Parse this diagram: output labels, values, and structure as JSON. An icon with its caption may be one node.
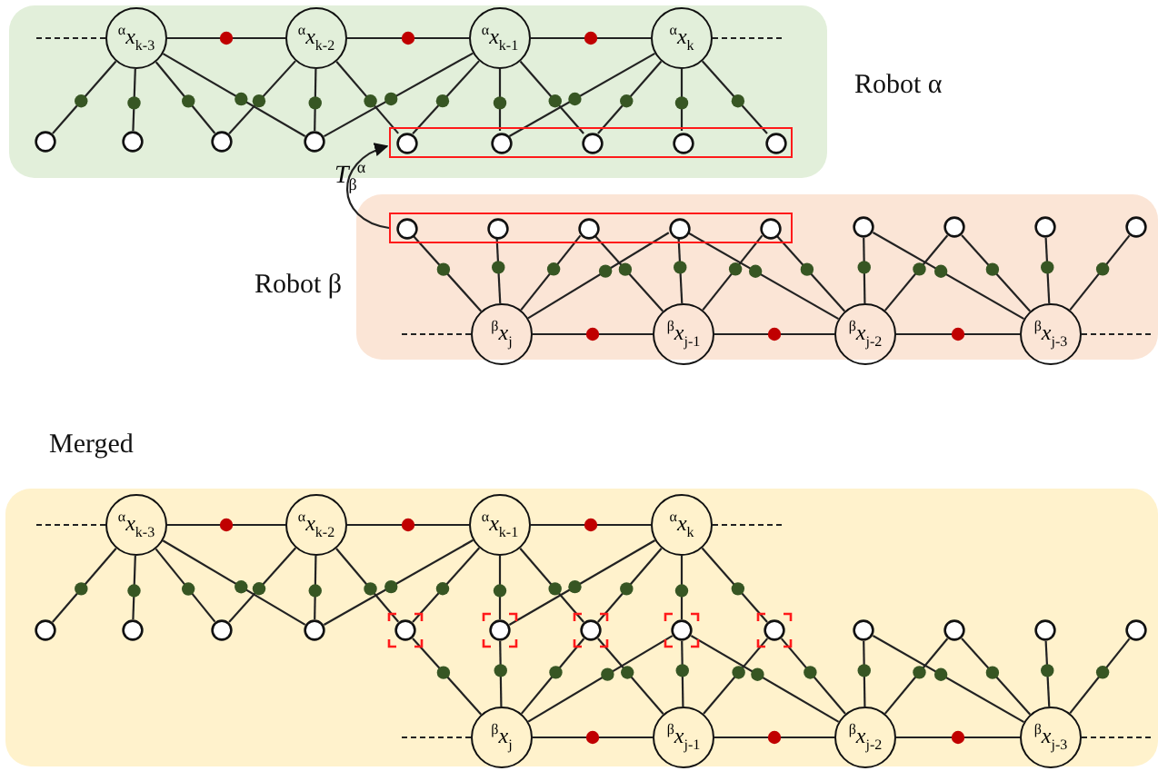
{
  "diagram": {
    "nodes": [
      {
        "text": [
          "Robot α"
        ]
      },
      {
        "text": [
          "$^{α}$*x*$_{k-3}$"
        ],
        "in": 0
      },
      {
        "text": [
          "$^{α}$*x*$_{k-2}$"
        ],
        "in": 0
      },
      {
        "text": [
          "$^{α}$*x*$_{k-1}$"
        ],
        "in": 0
      },
      {
        "text": [
          "$^{α}$*x*$_{k}$"
        ],
        "in": 0
      },
      {
        "text": [],
        "shape": "box",
        "in": 0
      },
      {
        "text": [],
        "shape": "circle",
        "in": 0
      },
      {
        "text": [],
        "shape": "circle",
        "in": 0
      },
      {
        "text": [],
        "shape": "circle",
        "in": 0
      },
      {
        "text": [],
        "shape": "circle",
        "in": 0
      },
      {
        "text": [],
        "shape": "circle",
        "in": 5
      },
      {
        "text": [],
        "shape": "circle",
        "in": 5
      },
      {
        "text": [],
        "shape": "circle",
        "in": 5
      },
      {
        "text": [],
        "shape": "circle",
        "in": 5
      },
      {
        "text": [],
        "shape": "circle",
        "in": 5
      },
      {
        "text": [
          "Robot β"
        ]
      },
      {
        "text": [],
        "shape": "box",
        "in": 15
      },
      {
        "text": [],
        "shape": "circle",
        "in": 16
      },
      {
        "text": [],
        "shape": "circle",
        "in": 16
      },
      {
        "text": [],
        "shape": "circle",
        "in": 16
      },
      {
        "text": [],
        "shape": "circle",
        "in": 16
      },
      {
        "text": [],
        "shape": "circle",
        "in": 16
      },
      {
        "text": [],
        "shape": "circle",
        "in": 15
      },
      {
        "text": [],
        "shape": "circle",
        "in": 15
      },
      {
        "text": [],
        "shape": "circle",
        "in": 15
      },
      {
        "text": [],
        "shape": "circle",
        "in": 15
      },
      {
        "text": [
          "$^{β}$*x*$_{j}$"
        ],
        "in": 15
      },
      {
        "text": [
          "$^{β}$*x*$_{j-1}$"
        ],
        "in": 15
      },
      {
        "text": [
          "$^{β}$*x*$_{j-2}$"
        ],
        "in": 15
      },
      {
        "text": [
          "$^{β}$*x*$_{j-3}$"
        ],
        "in": 15
      },
      {
        "text": [
          "Merged"
        ]
      },
      {
        "text": [
          "$^{α}$*x*$_{k-3}$"
        ],
        "in": 30
      },
      {
        "text": [
          "$^{α}$*x*$_{k-2}$"
        ],
        "in": 30
      },
      {
        "text": [
          "$^{α}$*x*$_{k-1}$"
        ],
        "in": 30
      },
      {
        "text": [
          "$^{α}$*x*$_{k}$"
        ],
        "in": 30
      },
      {
        "text": [],
        "shape": "circle",
        "in": 30
      },
      {
        "text": [],
        "shape": "circle",
        "in": 30
      },
      {
        "text": [],
        "shape": "circle",
        "in": 30
      },
      {
        "text": [],
        "shape": "circle",
        "in": 30
      },
      {
        "text": [],
        "shape": "circle",
        "in": 30
      },
      {
        "text": [],
        "shape": "circle",
        "in": 30
      },
      {
        "text": [],
        "shape": "circle",
        "in": 30
      },
      {
        "text": [],
        "shape": "circle",
        "in": 30
      },
      {
        "text": [],
        "shape": "circle",
        "in": 30
      },
      {
        "text": [],
        "shape": "circle",
        "in": 30
      },
      {
        "text": [],
        "shape": "circle",
        "in": 30
      },
      {
        "text": [],
        "shape": "circle",
        "in": 30
      },
      {
        "text": [],
        "shape": "circle",
        "in": 30
      },
      {
        "text": [
          "$^{β}$*x*$_{j}$"
        ],
        "in": 30
      },
      {
        "text": [
          "$^{β}$*x*$_{j-1}$"
        ],
        "in": 30
      },
      {
        "text": [
          "$^{β}$*x*$_{j-2}$"
        ],
        "in": 30
      },
      {
        "text": [
          "$^{β}$*x*$_{j-3}$"
        ],
        "in": 30
      }
    ],
    "edges": [
      {
        "from": null,
        "to": 1,
        "arrow": "none",
        "style": "dashed"
      },
      {
        "from": 1,
        "to": 2,
        "arrow": "none"
      },
      {
        "from": 2,
        "to": 3,
        "arrow": "none"
      },
      {
        "from": 3,
        "to": 4,
        "arrow": "none"
      },
      {
        "from": 4,
        "to": null,
        "arrow": "none",
        "style": "dashed"
      },
      {
        "from": 1,
        "to": 6,
        "arrow": "none"
      },
      {
        "from": 1,
        "to": 7,
        "arrow": "none"
      },
      {
        "from": 1,
        "to": 8,
        "arrow": "none"
      },
      {
        "from": 1,
        "to": 9,
        "arrow": "none"
      },
      {
        "from": 2,
        "to": 8,
        "arrow": "none"
      },
      {
        "from": 2,
        "to": 9,
        "arrow": "none"
      },
      {
        "from": 2,
        "to": 10,
        "arrow": "none"
      },
      {
        "from": 3,
        "to": 9,
        "arrow": "none"
      },
      {
        "from": 3,
        "to": 10,
        "arrow": "none"
      },
      {
        "from": 3,
        "to": 11,
        "arrow": "none"
      },
      {
        "from": 3,
        "to": 12,
        "arrow": "none"
      },
      {
        "from": 4,
        "to": 11,
        "arrow": "none"
      },
      {
        "from": 4,
        "to": 12,
        "arrow": "none"
      },
      {
        "from": 4,
        "to": 13,
        "arrow": "none"
      },
      {
        "from": 4,
        "to": 14,
        "arrow": "none"
      },
      {
        "from": 16,
        "to": 5,
        "arrow": "to",
        "label": "*T*$_{β}$$^{α}$"
      },
      {
        "from": null,
        "to": 26,
        "arrow": "none",
        "style": "dashed"
      },
      {
        "from": 26,
        "to": 27,
        "arrow": "none"
      },
      {
        "from": 27,
        "to": 28,
        "arrow": "none"
      },
      {
        "from": 28,
        "to": 29,
        "arrow": "none"
      },
      {
        "from": 29,
        "to": null,
        "arrow": "none",
        "style": "dashed"
      },
      {
        "from": 26,
        "to": 17,
        "arrow": "none"
      },
      {
        "from": 26,
        "to": 18,
        "arrow": "none"
      },
      {
        "from": 26,
        "to": 19,
        "arrow": "none"
      },
      {
        "from": 26,
        "to": 20,
        "arrow": "none"
      },
      {
        "from": 27,
        "to": 19,
        "arrow": "none"
      },
      {
        "from": 27,
        "to": 20,
        "arrow": "none"
      },
      {
        "from": 27,
        "to": 21,
        "arrow": "none"
      },
      {
        "from": 28,
        "to": 20,
        "arrow": "none"
      },
      {
        "from": 28,
        "to": 21,
        "arrow": "none"
      },
      {
        "from": 28,
        "to": 22,
        "arrow": "none"
      },
      {
        "from": 28,
        "to": 23,
        "arrow": "none"
      },
      {
        "from": 29,
        "to": 22,
        "arrow": "none"
      },
      {
        "from": 29,
        "to": 23,
        "arrow": "none"
      },
      {
        "from": 29,
        "to": 24,
        "arrow": "none"
      },
      {
        "from": 29,
        "to": 25,
        "arrow": "none"
      },
      {
        "from": null,
        "to": 31,
        "arrow": "none",
        "style": "dashed"
      },
      {
        "from": 31,
        "to": 32,
        "arrow": "none"
      },
      {
        "from": 32,
        "to": 33,
        "arrow": "none"
      },
      {
        "from": 33,
        "to": 34,
        "arrow": "none"
      },
      {
        "from": 34,
        "to": null,
        "arrow": "none",
        "style": "dashed"
      },
      {
        "from": 31,
        "to": 35,
        "arrow": "none"
      },
      {
        "from": 31,
        "to": 36,
        "arrow": "none"
      },
      {
        "from": 31,
        "to": 37,
        "arrow": "none"
      },
      {
        "from": 31,
        "to": 38,
        "arrow": "none"
      },
      {
        "from": 32,
        "to": 37,
        "arrow": "none"
      },
      {
        "from": 32,
        "to": 38,
        "arrow": "none"
      },
      {
        "from": 32,
        "to": 39,
        "arrow": "none"
      },
      {
        "from": 33,
        "to": 38,
        "arrow": "none"
      },
      {
        "from": 33,
        "to": 39,
        "arrow": "none"
      },
      {
        "from": 33,
        "to": 40,
        "arrow": "none"
      },
      {
        "from": 33,
        "to": 41,
        "arrow": "none"
      },
      {
        "from": 34,
        "to": 40,
        "arrow": "none"
      },
      {
        "from": 34,
        "to": 41,
        "arrow": "none"
      },
      {
        "from": 34,
        "to": 42,
        "arrow": "none"
      },
      {
        "from": 34,
        "to": 43,
        "arrow": "none"
      },
      {
        "from": null,
        "to": 48,
        "arrow": "none",
        "style": "dashed"
      },
      {
        "from": 48,
        "to": 49,
        "arrow": "none"
      },
      {
        "from": 49,
        "to": 50,
        "arrow": "none"
      },
      {
        "from": 50,
        "to": 51,
        "arrow": "none"
      },
      {
        "from": 51,
        "to": null,
        "arrow": "none",
        "style": "dashed"
      },
      {
        "from": 48,
        "to": 39,
        "arrow": "none"
      },
      {
        "from": 48,
        "to": 40,
        "arrow": "none"
      },
      {
        "from": 48,
        "to": 41,
        "arrow": "none"
      },
      {
        "from": 48,
        "to": 42,
        "arrow": "none"
      },
      {
        "from": 49,
        "to": 41,
        "arrow": "none"
      },
      {
        "from": 49,
        "to": 42,
        "arrow": "none"
      },
      {
        "from": 49,
        "to": 43,
        "arrow": "none"
      },
      {
        "from": 50,
        "to": 42,
        "arrow": "none"
      },
      {
        "from": 50,
        "to": 43,
        "arrow": "none"
      },
      {
        "from": 50,
        "to": 44,
        "arrow": "none"
      },
      {
        "from": 50,
        "to": 45,
        "arrow": "none"
      },
      {
        "from": 51,
        "to": 44,
        "arrow": "none"
      },
      {
        "from": 51,
        "to": 45,
        "arrow": "none"
      },
      {
        "from": 51,
        "to": 46,
        "arrow": "none"
      },
      {
        "from": 51,
        "to": 47,
        "arrow": "none"
      }
    ]
  }
}
